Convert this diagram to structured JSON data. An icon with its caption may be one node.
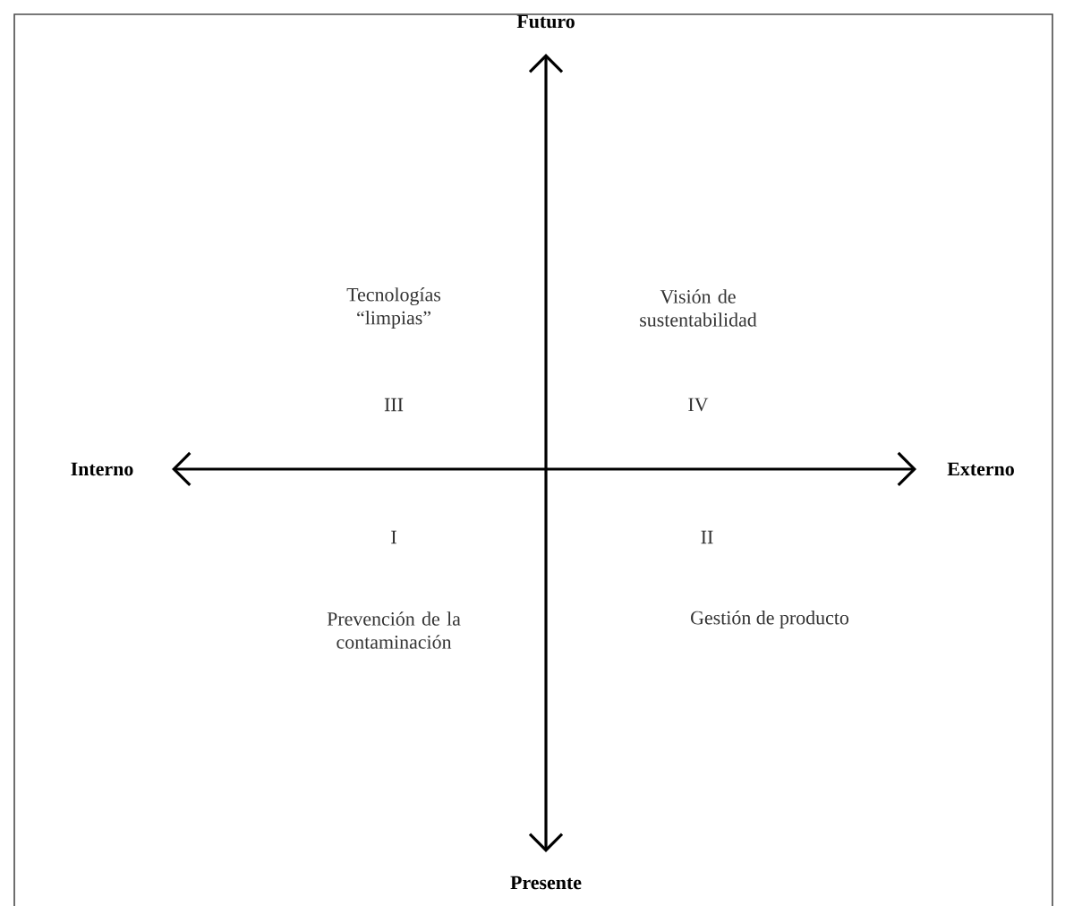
{
  "diagram": {
    "labels": [
      "Futuro",
      "Tecnologías “limpias”",
      "Visión de sustentabilidad",
      "III",
      "IV",
      "Interno",
      "Externo",
      "I",
      "II",
      "Prevención de la contaminación",
      "Gestión de producto",
      "Presente"
    ]
  }
}
